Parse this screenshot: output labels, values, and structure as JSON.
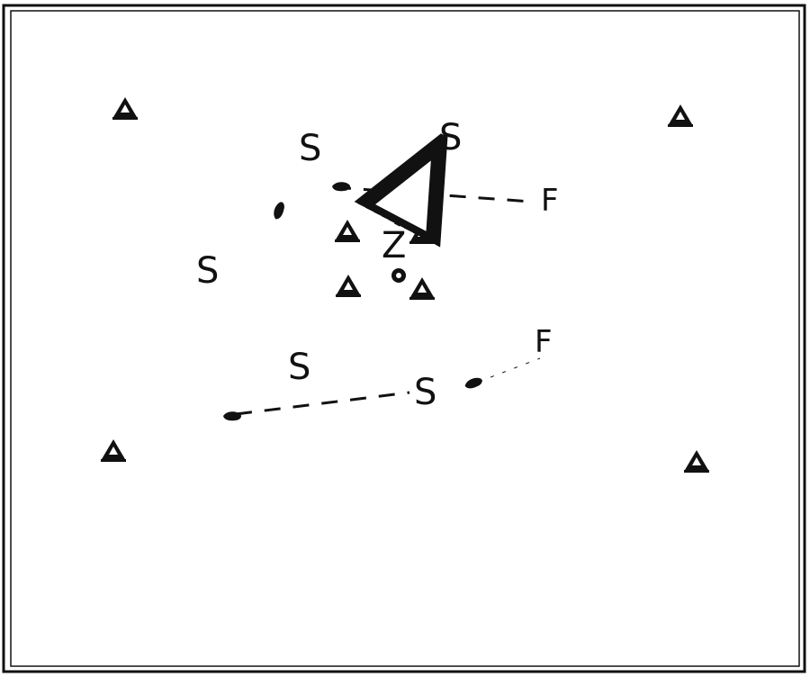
{
  "diagram": {
    "labels": {
      "s1": "S",
      "s2": "S",
      "s3": "S",
      "s4": "S",
      "s5": "S",
      "f1": "F",
      "f2": "F",
      "z": "Z"
    },
    "icons": {
      "cone": "traffic-cone-icon",
      "ball": "ball-icon",
      "player": "player-marker-icon"
    },
    "colors": {
      "ink": "#111111",
      "background": "#ffffff"
    }
  }
}
